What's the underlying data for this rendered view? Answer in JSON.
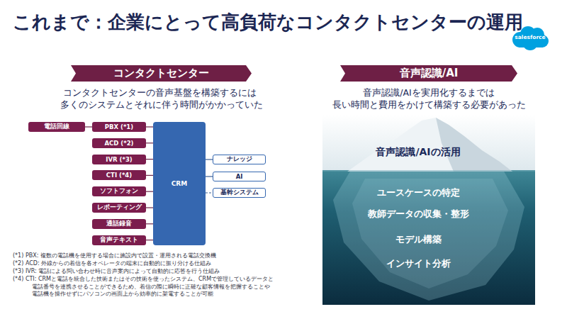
{
  "diagram": {
    "title": "これまで：企業にとって高負荷なコンタクトセンターの運用",
    "nodes": [
      {
        "text": [
          "コンタクトセンター"
        ]
      },
      {
        "text": [
          "電話回線"
        ]
      },
      {
        "text": [
          "PBX (*1)"
        ]
      },
      {
        "text": [
          "ACD (*2)"
        ]
      },
      {
        "text": [
          "IVR (*3)"
        ]
      },
      {
        "text": [
          "CTI (*4)"
        ]
      },
      {
        "text": [
          "ソフトフォン"
        ]
      },
      {
        "text": [
          "レポーティング"
        ]
      },
      {
        "text": [
          "通話録音"
        ]
      },
      {
        "text": [
          "音声テキスト"
        ]
      },
      {
        "text": [
          "CRM"
        ]
      },
      {
        "text": [
          "ナレッジ"
        ]
      },
      {
        "text": [
          "AI"
        ]
      },
      {
        "text": [
          "基幹システム"
        ]
      },
      {
        "text": [
          "音声認識/AI"
        ]
      },
      {
        "text": [
          "音声認識/AIの活用",
          "ユースケースの特定",
          "教師データの収集・整形",
          "モデル構築",
          "インサイト分析"
        ]
      }
    ],
    "edges": [
      {
        "from": 1,
        "to": 2,
        "arrow": "none"
      },
      {
        "from": 2,
        "to": 10,
        "arrow": "none"
      },
      {
        "from": 3,
        "to": 10,
        "arrow": "none"
      },
      {
        "from": 4,
        "to": 10,
        "arrow": "none"
      },
      {
        "from": 5,
        "to": 10,
        "arrow": "none"
      },
      {
        "from": 6,
        "to": 10,
        "arrow": "none"
      },
      {
        "from": 7,
        "to": 10,
        "arrow": "none"
      },
      {
        "from": 8,
        "to": 10,
        "arrow": "none"
      },
      {
        "from": 9,
        "to": 10,
        "arrow": "none"
      },
      {
        "from": 10,
        "to": 11,
        "arrow": "none"
      },
      {
        "from": 10,
        "to": 12,
        "arrow": "none"
      },
      {
        "from": 10,
        "to": 13,
        "arrow": "none"
      }
    ],
    "labels": [
      "salesforce",
      "コンタクトセンターの音声基盤を構築するには 多くのシステムとそれに伴う時間がかかっていた",
      "音声認識/AIを実用化するまでは 長い時間と費用をかけて構築する必要があった",
      "(*1) PBX: 複数の電話機を使用する場合に施設内で設置・運用される電話交換機",
      "(*2) ACD: 外線からの着信を各オペレータの端末に自動的に振り分ける仕組み",
      "(*3) IVR: 電話による問い合わせ時に音声案内によって自動的に応答を行う仕組み",
      "(*4) CTI: CRMと電話を統合した技術またはその技術を使ったシステム、CRMで管理しているデータと 電話番号を連携させることができるため、着信の際に瞬時に正確な顧客情報を把握することや 電話機を操作せずにパソコンの画面上から効率的に架電することが可能"
    ]
  }
}
